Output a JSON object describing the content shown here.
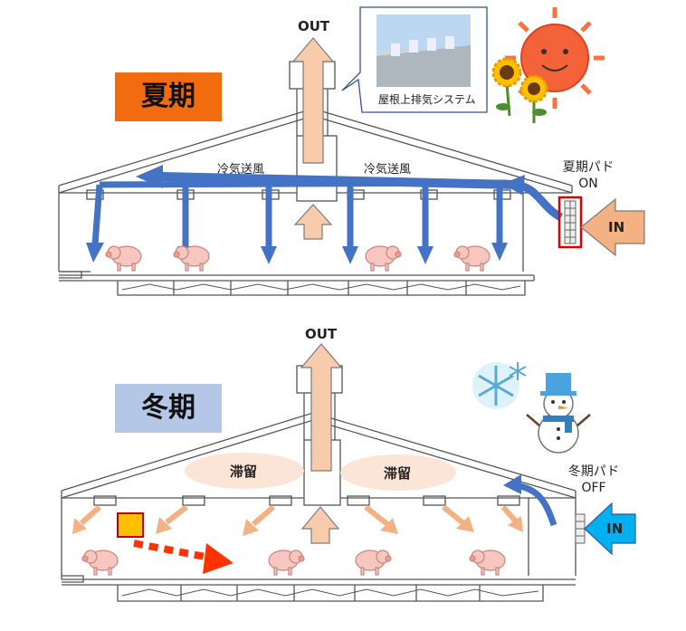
{
  "summer": {
    "season_label": "夏期",
    "out_label": "OUT",
    "photo_caption": "屋根上排気システム",
    "airflow_label_left": "冷気送風",
    "airflow_label_right": "冷気送風",
    "pad_label_line1": "夏期パド",
    "pad_label_line2": "ON",
    "in_label": "IN"
  },
  "winter": {
    "season_label": "冬期",
    "out_label": "OUT",
    "stagnation_left": "滞留",
    "stagnation_right": "滞留",
    "pad_label_line1": "冬期パド",
    "pad_label_line2": "OFF",
    "in_label": "IN"
  },
  "colors": {
    "summer_badge": "#f26b0f",
    "winter_badge": "#b4c7e7",
    "blue_arrow": "#4472c4",
    "peach_arrow": "#f4b183",
    "peach_fill": "#f8cbad",
    "in_blue": "#00b0f0",
    "red_dashed": "#ff3300",
    "stagnation_fill": "#fbe5d6"
  }
}
